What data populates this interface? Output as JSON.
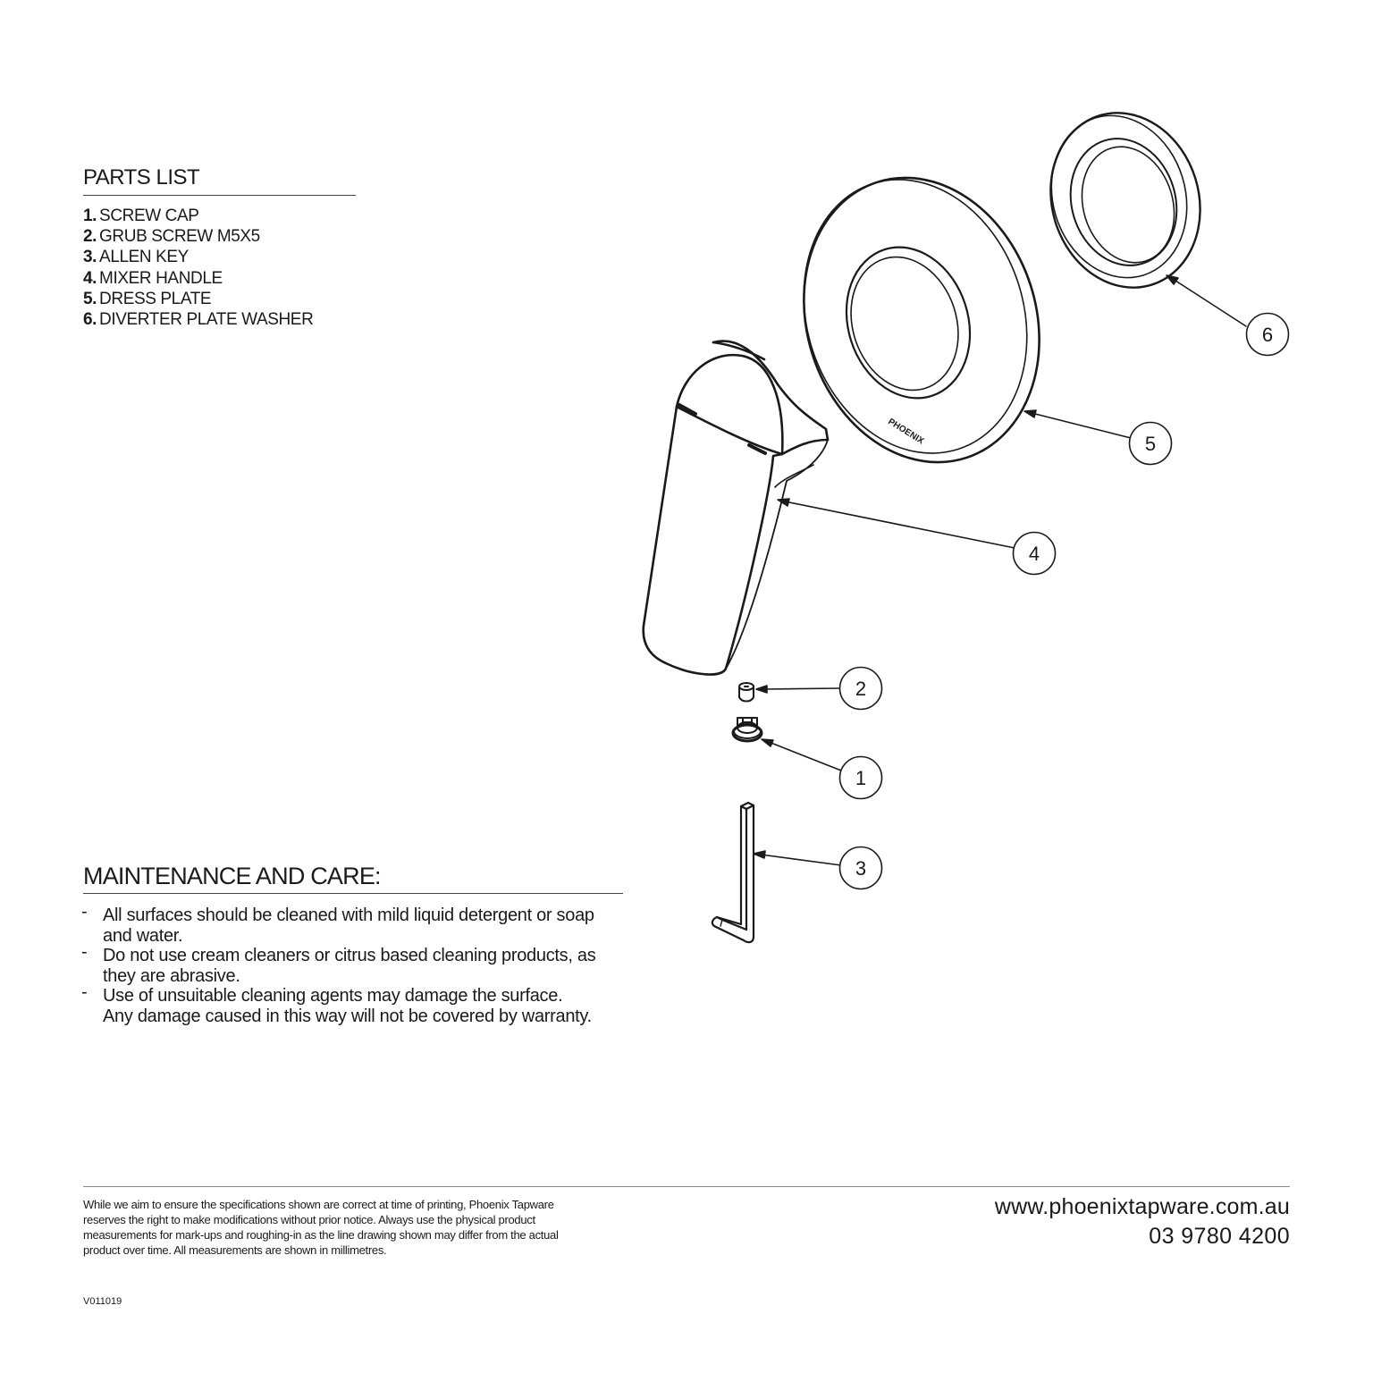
{
  "parts_list": {
    "title": "PARTS LIST",
    "items": [
      {
        "num": "1.",
        "label": "SCREW CAP"
      },
      {
        "num": "2.",
        "label": "GRUB SCREW M5X5"
      },
      {
        "num": "3.",
        "label": "ALLEN KEY"
      },
      {
        "num": "4.",
        "label": "MIXER HANDLE"
      },
      {
        "num": "5.",
        "label": "DRESS PLATE"
      },
      {
        "num": "6.",
        "label": "DIVERTER PLATE WASHER"
      }
    ]
  },
  "maintenance": {
    "title": "MAINTENANCE AND CARE:",
    "dash": "-",
    "items": [
      "All surfaces should be cleaned with mild liquid detergent or soap\nand water.",
      "Do not use cream cleaners or citrus based cleaning products, as\nthey are abrasive.",
      "Use of unsuitable cleaning agents may damage the surface.\nAny damage caused in this way will not be covered by warranty."
    ]
  },
  "diagram": {
    "brand_mark": "PHOENIX",
    "callouts": [
      "1",
      "2",
      "3",
      "4",
      "5",
      "6"
    ]
  },
  "footer": {
    "disclaimer": "While we aim to ensure the specifications shown are correct at time of printing, Phoenix Tapware\nreserves the right to make modifications without prior notice. Always use the physical product\nmeasurements for mark-ups and roughing-in as the line drawing shown may differ from the actual\nproduct over time. All measurements are shown in millimetres.",
    "website": "www.phoenixtapware.com.au",
    "phone": "03 9780 4200",
    "version": "V011019"
  }
}
